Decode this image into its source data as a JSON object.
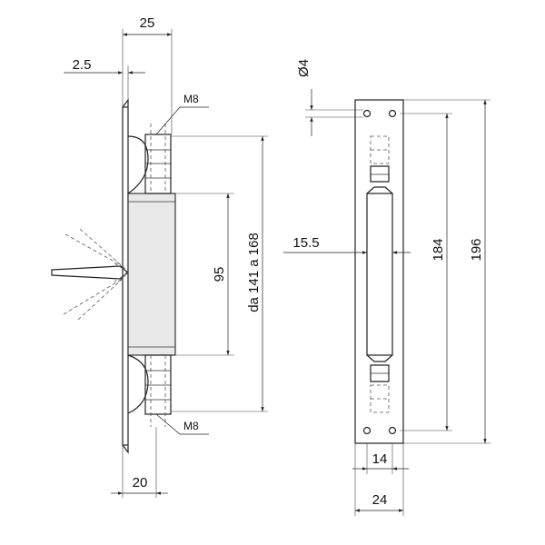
{
  "dimensions": {
    "top_width": "25",
    "plate_thickness": "2.5",
    "thread_top": "M8",
    "thread_bottom": "M8",
    "hole_diameter": "Ø4",
    "body_length": "95",
    "range": "da 141 a 168",
    "offset": "15.5",
    "hole_spacing": "184",
    "total_length": "196",
    "slot_width": "14",
    "plate_width": "24",
    "bottom_width": "20"
  },
  "colors": {
    "line": "#222222",
    "background": "#ffffff"
  }
}
